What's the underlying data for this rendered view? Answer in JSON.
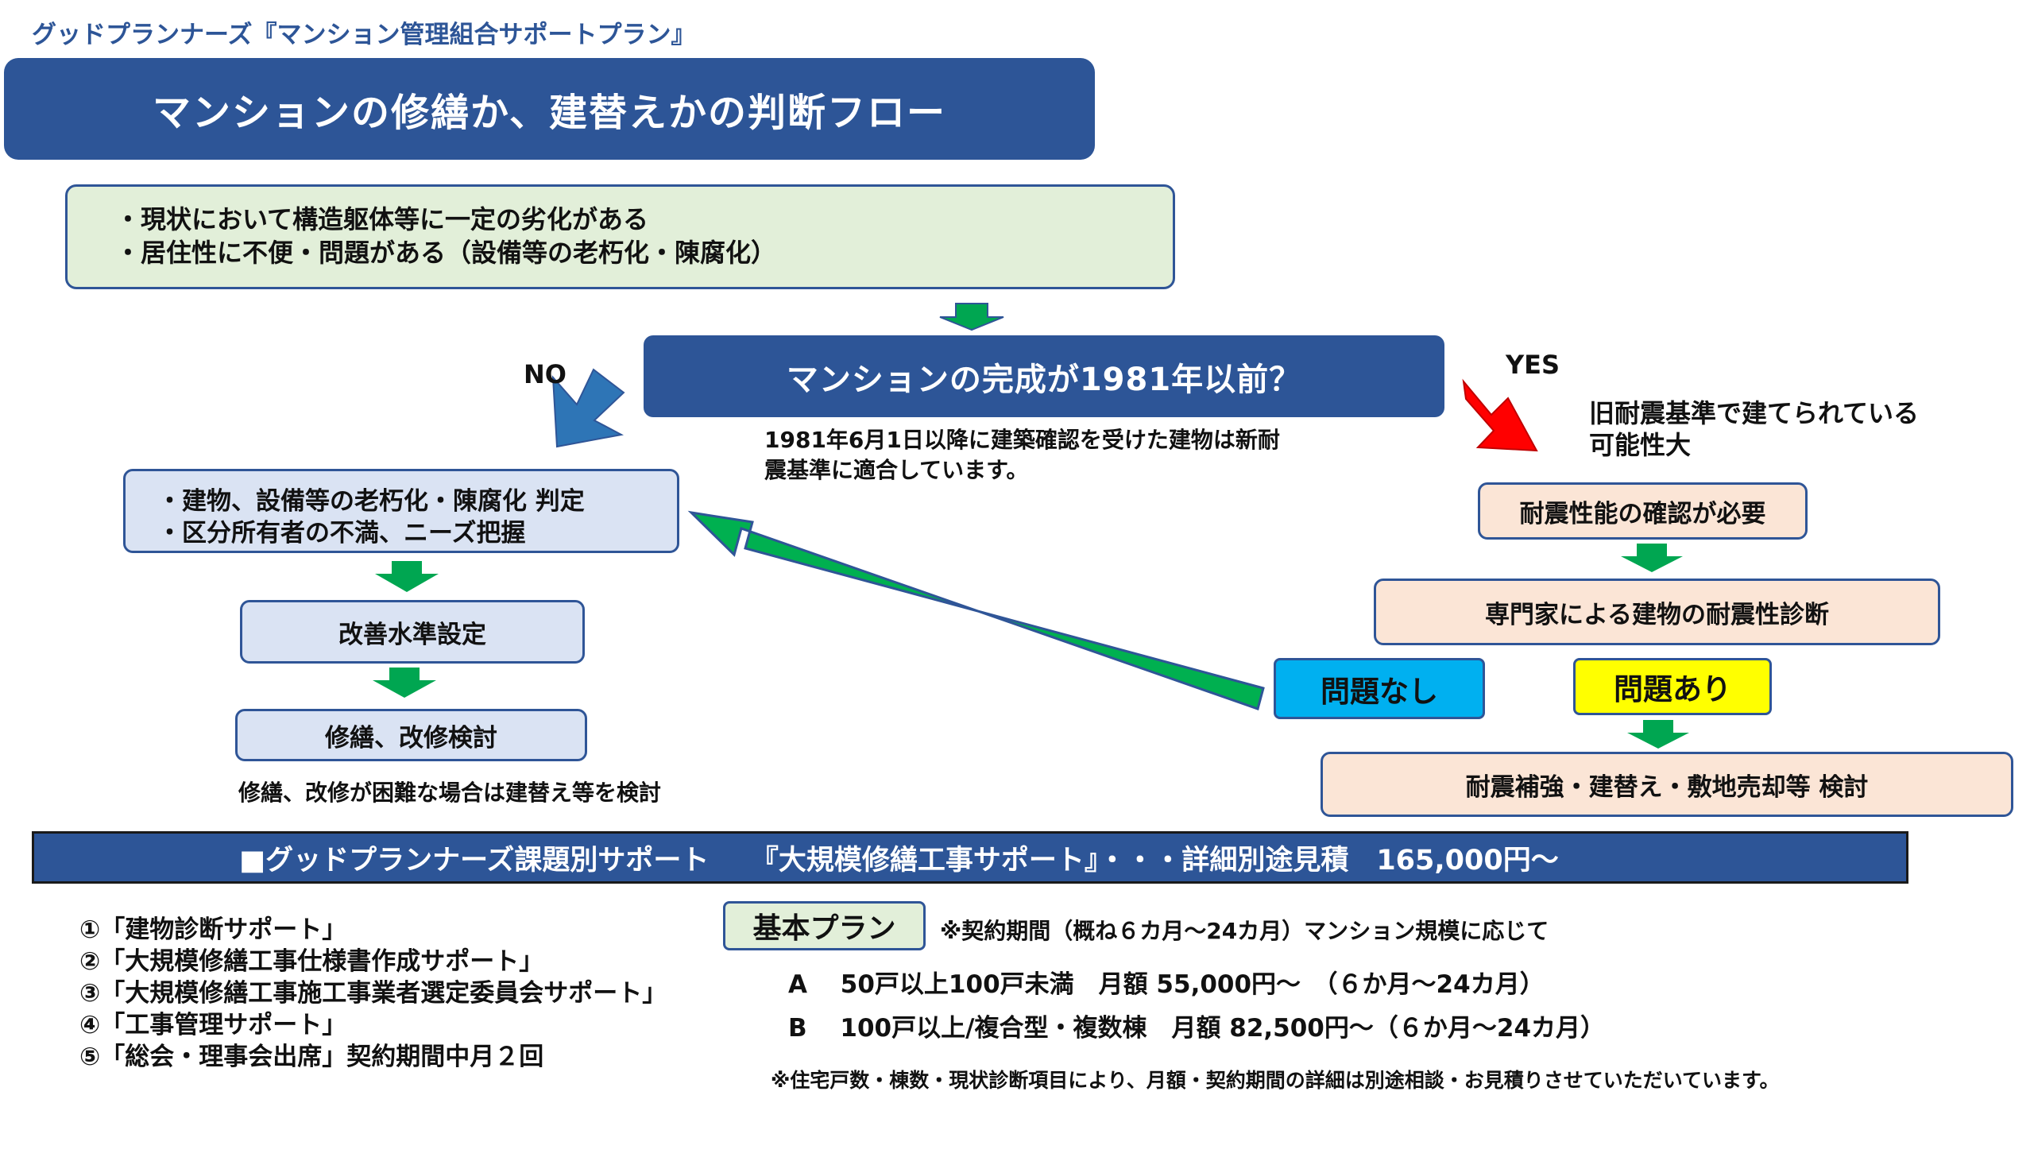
{
  "header": {
    "company": "グッドプランナーズ『マンション管理組合サポートプラン』"
  },
  "title": "マンションの修繕か、建替えかの判断フロー",
  "conditions": [
    "・現状において構造躯体等に一定の劣化がある",
    "・居住性に不便・問題がある（設備等の老朽化・陳腐化）"
  ],
  "question": "マンションの完成が1981年以前？",
  "question_note": [
    "1981年6月1日以降に建築確認を受けた建物は新耐",
    "震基準に適合しています。"
  ],
  "no_label": "NO",
  "yes_label": "YES",
  "yes_note": [
    "旧耐震基準で建てられている",
    "可能性大"
  ],
  "left_flow": {
    "judge": [
      "・建物、設備等の老朽化・陳腐化 判定",
      "・区分所有者の不満、ニーズ把握"
    ],
    "step2": "改善水準設定",
    "step3": "修繕、改修検討",
    "note": "修繕、改修が困難な場合は建替え等を検討"
  },
  "right_flow": {
    "step1": "耐震性能の確認が必要",
    "step2": "専門家による建物の耐震性診断",
    "ok": "問題なし",
    "ng": "問題あり",
    "step3": "耐震補強・建替え・敷地売却等 検討"
  },
  "support_bar": "■グッドプランナーズ課題別サポート　　『大規模修繕工事サポート』・・・詳細別途見積　165,000円～",
  "support_list": [
    "①「建物診断サポート」",
    "②「大規模修繕工事仕様書作成サポート」",
    "③「大規模修繕工事施工事業者選定委員会サポート」",
    "④「工事管理サポート」",
    "⑤「総会・理事会出席」契約期間中月２回"
  ],
  "basic_plan": {
    "label": "基本プラン",
    "period_note": "※契約期間（概ね６カ月～24カ月）マンション規模に応じて",
    "plan_a": "A　 50戸以上100戸未満　月額 55,000円～　（６か月～24カ月）",
    "plan_b": "B　 100戸以上/複合型・複数棟　月額 82,500円～（６か月～24カ月）",
    "footnote": "※住宅戸数・棟数・現状診断項目により、月額・契約期間の詳細は別途相談・お見積りさせていただいています。"
  },
  "colors": {
    "navy": "#2d5597",
    "green_arrow": "#00a651",
    "big_green_arrow": "#00b050",
    "blue_arrow": "#2e75b6",
    "red_arrow": "#ff0000",
    "ok_fill": "#00b0f0",
    "ng_fill": "#ffff00"
  }
}
